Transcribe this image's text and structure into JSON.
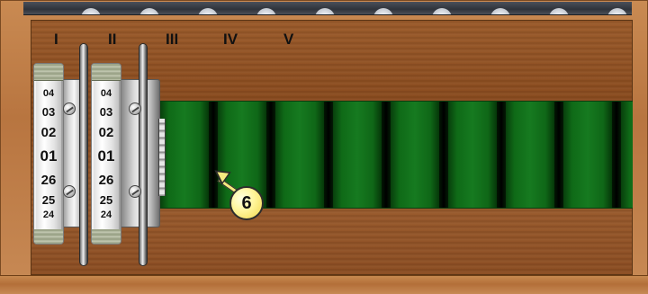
{
  "machine": {
    "wheel_labels": [
      "I",
      "II",
      "III",
      "IV",
      "V"
    ],
    "wheels": [
      {
        "numbers": [
          "04",
          "03",
          "02",
          "01",
          "26",
          "25",
          "24"
        ]
      },
      {
        "numbers": [
          "04",
          "03",
          "02",
          "01",
          "26",
          "25",
          "24"
        ]
      }
    ],
    "callout": {
      "number": "6"
    },
    "colors": {
      "wood": "#9a5a2a",
      "green_band": "#0d5a12",
      "metal": "#d8d8d8",
      "callout_fill": "#fff59a"
    }
  }
}
